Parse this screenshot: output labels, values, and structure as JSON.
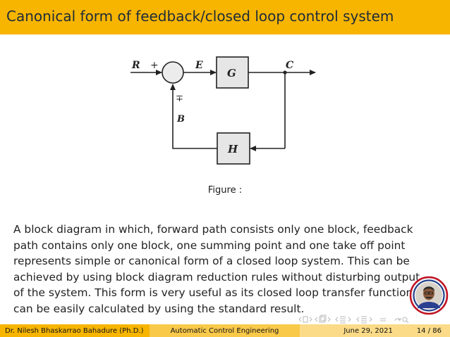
{
  "title": "Canonical form of feedback/closed loop control system",
  "diagram": {
    "input_label": "R",
    "plus_sign": "+",
    "error_label": "E",
    "forward_block": "G",
    "output_label": "C",
    "feedback_sign": "∓",
    "feedback_signal_label": "B",
    "feedback_block": "H"
  },
  "caption": {
    "label": "Figure :"
  },
  "body_lines": [
    "A block diagram in which, forward path consists only one block, feedback",
    "path contains only one block, one summing point and one take off point",
    "represents simple or canonical form of a closed loop system. This can be",
    "achieved by using block diagram reduction rules without disturbing output",
    "of the system. This form is very useful as its closed loop transfer function",
    "can be easily calculated by using the standard result."
  ],
  "footer": {
    "author": "Dr. Nilesh Bhaskarrao Bahadure (Ph.D.)",
    "course": "Automatic Control Engineering",
    "date": "June 29, 2021",
    "page": "14 / 86"
  },
  "colors": {
    "title_bar": "#f7b500",
    "footer_left": "#f7b500",
    "footer_mid": "#f9c94a",
    "footer_right": "#fbdb88",
    "block_fill": "#e6e6e6"
  },
  "icons": [
    "beamer-nav-icons",
    "institute-logo-avatar"
  ]
}
